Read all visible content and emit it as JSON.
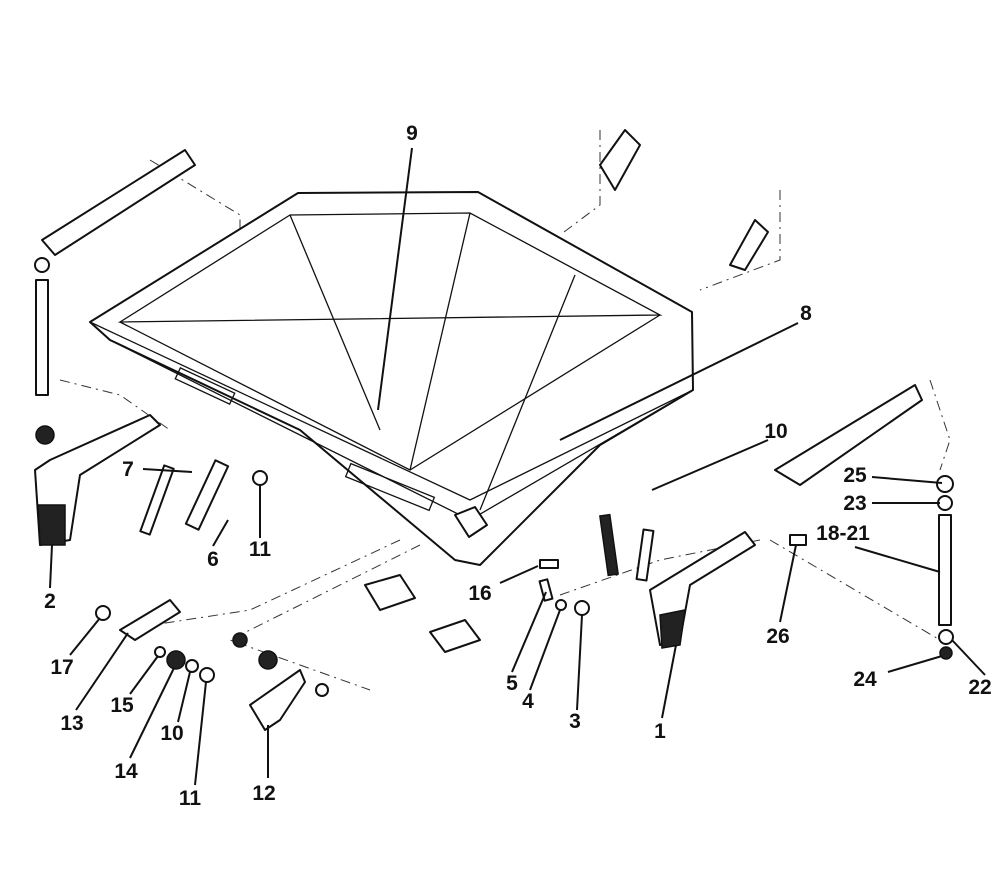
{
  "diagram": {
    "type": "exploded parts diagram",
    "callouts": [
      {
        "id": "9",
        "text": "9"
      },
      {
        "id": "8",
        "text": "8"
      },
      {
        "id": "10a",
        "text": "10"
      },
      {
        "id": "25",
        "text": "25"
      },
      {
        "id": "23",
        "text": "23"
      },
      {
        "id": "18-21",
        "text": "18-21"
      },
      {
        "id": "7",
        "text": "7"
      },
      {
        "id": "6",
        "text": "6"
      },
      {
        "id": "11a",
        "text": "11"
      },
      {
        "id": "2",
        "text": "2"
      },
      {
        "id": "16",
        "text": "16"
      },
      {
        "id": "26",
        "text": "26"
      },
      {
        "id": "24",
        "text": "24"
      },
      {
        "id": "22",
        "text": "22"
      },
      {
        "id": "17",
        "text": "17"
      },
      {
        "id": "5",
        "text": "5"
      },
      {
        "id": "4",
        "text": "4"
      },
      {
        "id": "3",
        "text": "3"
      },
      {
        "id": "1",
        "text": "1"
      },
      {
        "id": "13",
        "text": "13"
      },
      {
        "id": "15",
        "text": "15"
      },
      {
        "id": "10b",
        "text": "10"
      },
      {
        "id": "14",
        "text": "14"
      },
      {
        "id": "11b",
        "text": "11"
      },
      {
        "id": "12",
        "text": "12"
      }
    ]
  }
}
